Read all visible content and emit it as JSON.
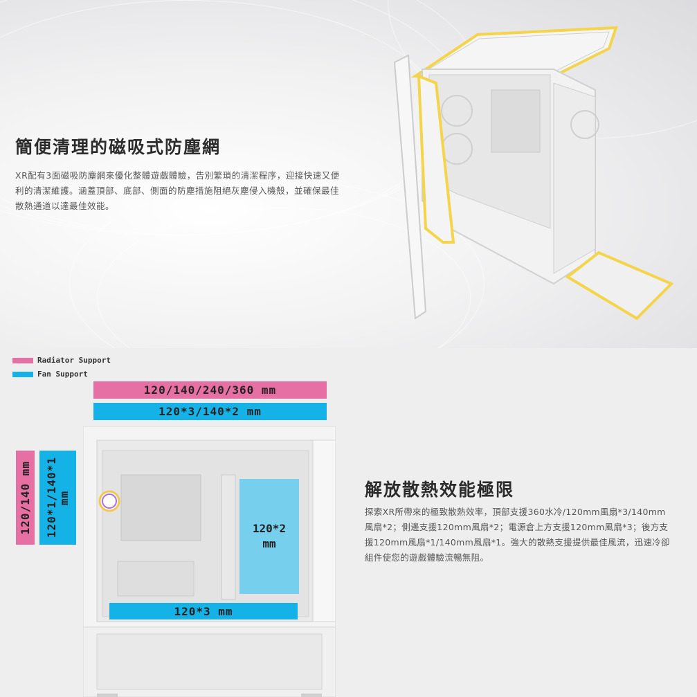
{
  "top": {
    "title": "簡便清理的磁吸式防塵網",
    "body": "XR配有3面磁吸防塵網來優化整體遊戲體驗，告別繁瑣的清潔程序，迎接快速又便利的清潔維護。涵蓋頂部、底部、側面的防塵措施阻絕灰塵侵入機殼，並確保最佳散熱通道以達最佳效能。"
  },
  "legend": {
    "radiator": "Radiator Support",
    "fan": "Fan Support",
    "radiator_color": "#e670a3",
    "fan_color": "#14b2e6"
  },
  "top_radiator": "120/140/240/360 mm",
  "top_fan": "120*3/140*2 mm",
  "rear_radiator": "120/140 mm",
  "rear_fan": "120*1/140*1 mm",
  "side_fan": "120*2 mm",
  "bottom_fan": "120*3 mm",
  "right": {
    "title": "解放散熱效能極限",
    "body": "探索XR所帶來的極致散熱效率，頂部支援360水冷/120mm風扇*3/140mm風扇*2；側邊支援120mm風扇*2；電源倉上方支援120mm風扇*3；後方支援120mm風扇*1/140mm風扇*1。強大的散熱支援提供最佳風流，迅速冷卻組件使您的遊戲體驗流暢無阻。"
  }
}
